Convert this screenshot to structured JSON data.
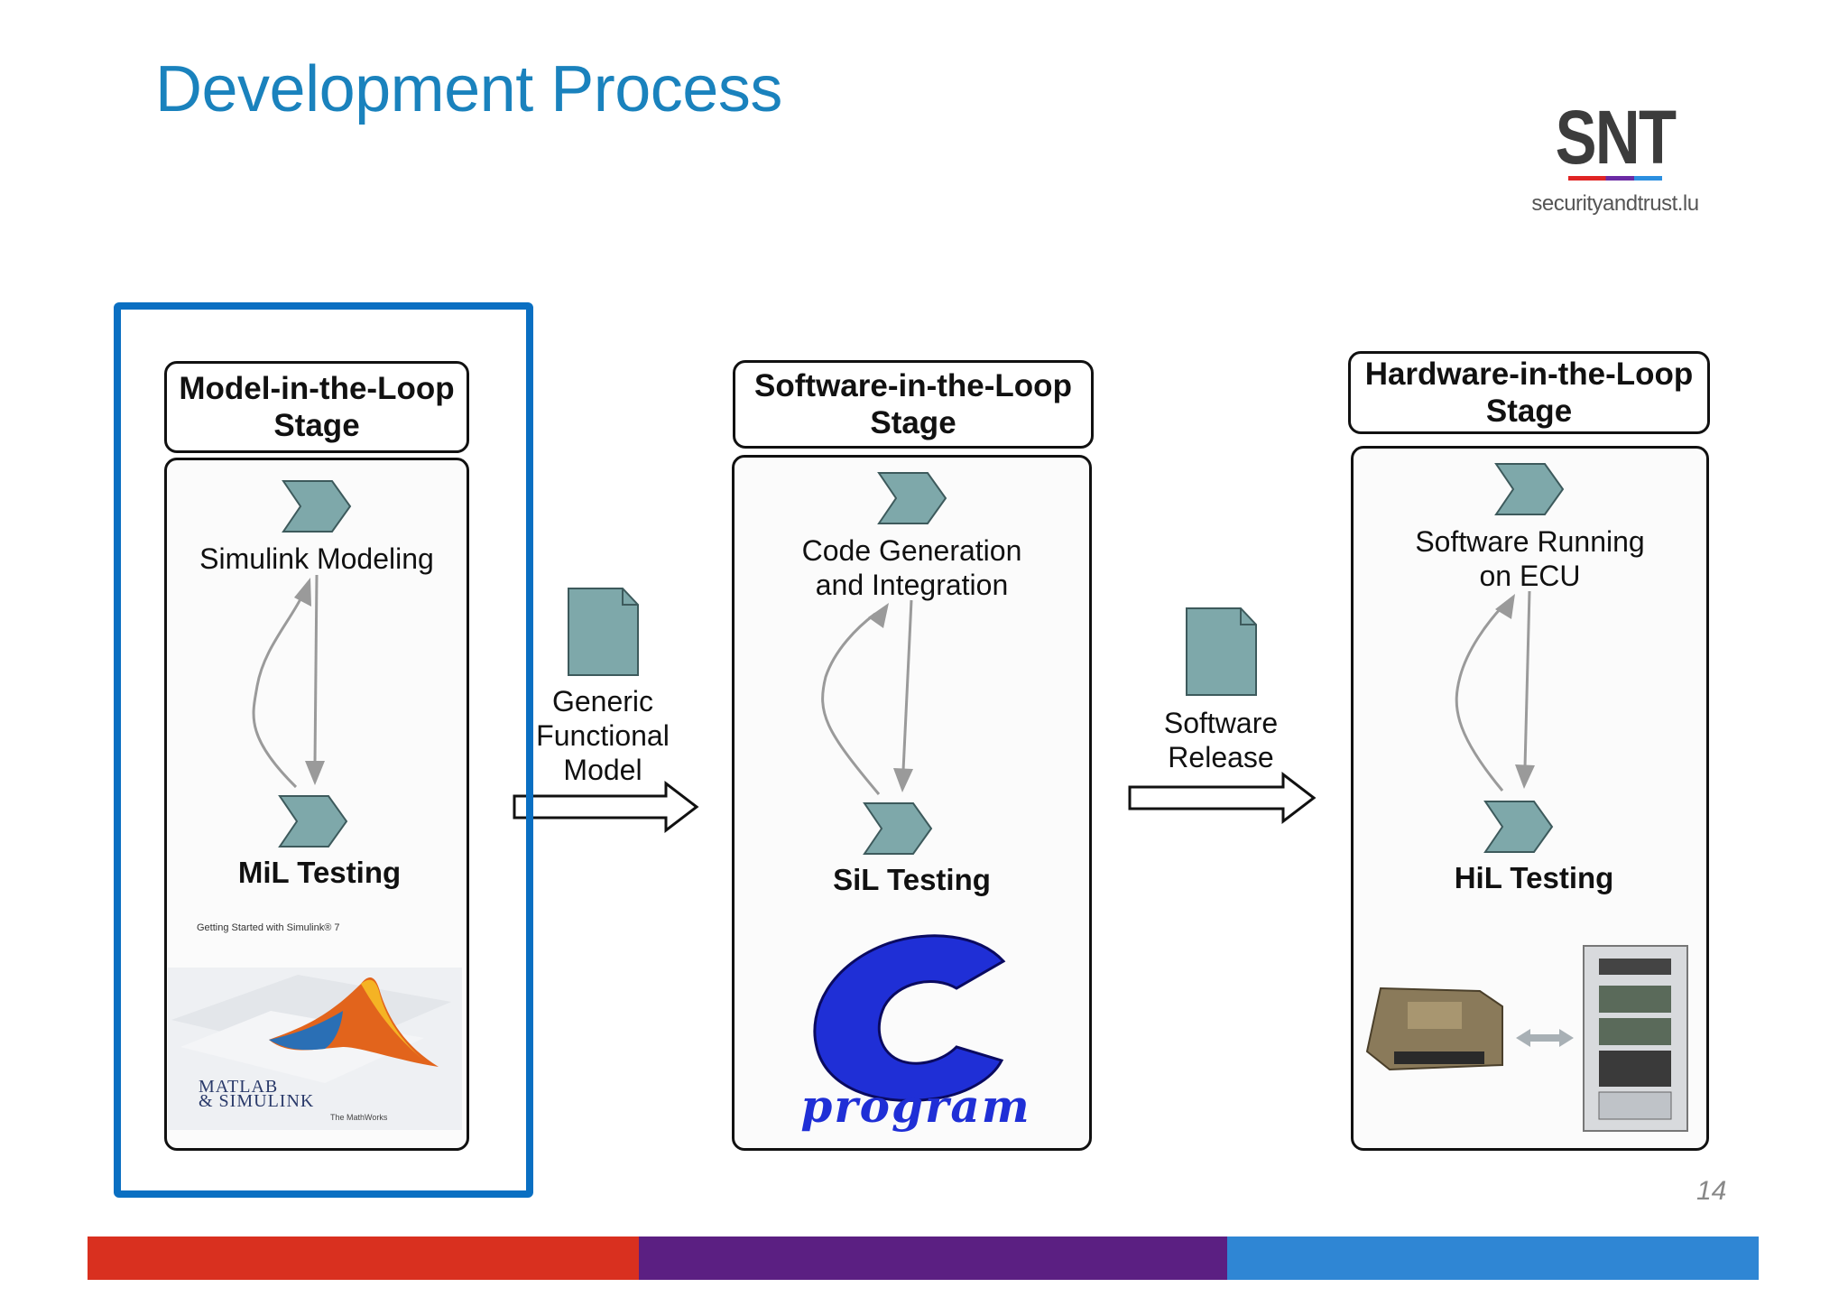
{
  "title": "Development Process",
  "logo": {
    "word": "SNT",
    "sub": "securityandtrust.lu"
  },
  "stages": [
    {
      "title_line1": "Model-in-the-Loop",
      "title_line2": "Stage",
      "step": "Simulink Modeling",
      "step_line2": "",
      "test": "MiL Testing",
      "image": {
        "caption": "Getting Started with Simulink® 7",
        "brand_line1": "MATLAB",
        "brand_line2": "& SIMULINK",
        "vendor": "The MathWorks"
      }
    },
    {
      "title_line1": "Software-in-the-Loop",
      "title_line2": "Stage",
      "step": "Code Generation",
      "step_line2": "and Integration",
      "test": "SiL Testing",
      "image": {
        "letter": "C",
        "word": "program"
      }
    },
    {
      "title_line1": "Hardware-in-the-Loop",
      "title_line2": "Stage",
      "step": "Software Running",
      "step_line2": "on ECU",
      "test": "HiL Testing"
    }
  ],
  "artifacts": [
    {
      "line1": "Generic",
      "line2": "Functional",
      "line3": "Model"
    },
    {
      "line1": "Software",
      "line2": "Release"
    }
  ],
  "page_number": "14",
  "colors": {
    "title": "#1a82bd",
    "highlight": "#0a6fc2",
    "chevron": "#7ea8aa",
    "doc": "#7ea8aa",
    "bar_red": "#d9301f",
    "bar_purple": "#5b1f82",
    "bar_blue": "#2f86d4"
  }
}
